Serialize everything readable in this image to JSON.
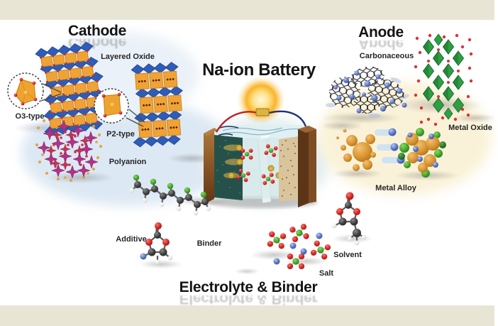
{
  "titles": {
    "main": "Na-ion Battery",
    "cathode": "Cathode",
    "anode": "Anode",
    "electrolyte": "Electrolyte & Binder"
  },
  "labels": {
    "layered_oxide": "Layered Oxide",
    "o3_type": "O3-type",
    "p2_type": "P2-type",
    "polyanion": "Polyanion",
    "carbonaceous": "Carbonaceous",
    "metal_oxide": "Metal Oxide",
    "metal_alloy": "Metal Alloy",
    "additive": "Additive",
    "binder": "Binder",
    "solvent": "Solvent",
    "salt": "Salt"
  },
  "icons": {
    "o3-inset-icon": "dashed magnifier circle with orange octahedron",
    "p2-inset-icon": "dashed magnifier circle with orange prism",
    "sun-glow-icon": "radial yellow glow above battery"
  },
  "colors": {
    "page_border": "#e9e5d5",
    "cathode_tint": "#dce8f3",
    "anode_tint": "#faf2d8",
    "blue_octahedra": "#2e5cb8",
    "orange_cube": "#f0a235",
    "polyanion_magenta": "#b23287",
    "carbon_mesh": "#2e2e2e",
    "sodium_blue": "#4a66b8",
    "metal_oxide_green": "#2f9e44",
    "oxygen_red": "#d42020",
    "fluorine_green": "#54b42e",
    "metal_alloy_orange": "#d8922f",
    "electrolyte_liquid": "#cfe7ea",
    "electrode_dark": "#26514b",
    "electrode_tan": "#d9c49c",
    "wood_brown": "#8a5526",
    "wire_red": "#bb2222",
    "wire_blue": "#24307a",
    "sun_yellow": "#f9b52b"
  }
}
